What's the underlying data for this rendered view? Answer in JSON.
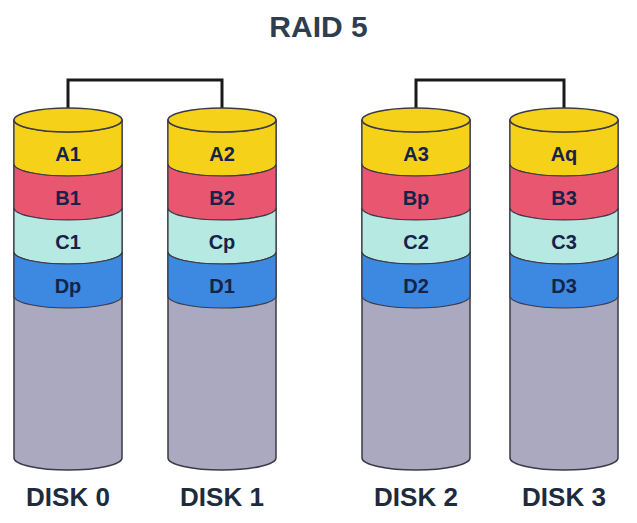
{
  "diagram": {
    "title": "RAID 5",
    "nodes": [
      {
        "text": [
          "DISK 0"
        ]
      },
      {
        "text": [
          "A1"
        ],
        "in": 0
      },
      {
        "text": [
          "B1"
        ],
        "in": 0
      },
      {
        "text": [
          "C1"
        ],
        "in": 0
      },
      {
        "text": [
          "Dp"
        ],
        "in": 0
      },
      {
        "text": [
          "DISK 1"
        ]
      },
      {
        "text": [
          "A2"
        ],
        "in": 5
      },
      {
        "text": [
          "B2"
        ],
        "in": 5
      },
      {
        "text": [
          "Cp"
        ],
        "in": 5
      },
      {
        "text": [
          "D1"
        ],
        "in": 5
      },
      {
        "text": [
          "DISK 2"
        ]
      },
      {
        "text": [
          "A3"
        ],
        "in": 10
      },
      {
        "text": [
          "Bp"
        ],
        "in": 10
      },
      {
        "text": [
          "C2"
        ],
        "in": 10
      },
      {
        "text": [
          "D2"
        ],
        "in": 10
      },
      {
        "text": [
          "DISK 3"
        ]
      },
      {
        "text": [
          "Aq"
        ],
        "in": 15
      },
      {
        "text": [
          "B3"
        ],
        "in": 15
      },
      {
        "text": [
          "C3"
        ],
        "in": 15
      },
      {
        "text": [
          "D3"
        ],
        "in": 15
      }
    ],
    "edges": [
      {
        "from": 0,
        "to": 5,
        "arrow": "none"
      },
      {
        "from": 10,
        "to": 15,
        "arrow": "none"
      }
    ]
  }
}
